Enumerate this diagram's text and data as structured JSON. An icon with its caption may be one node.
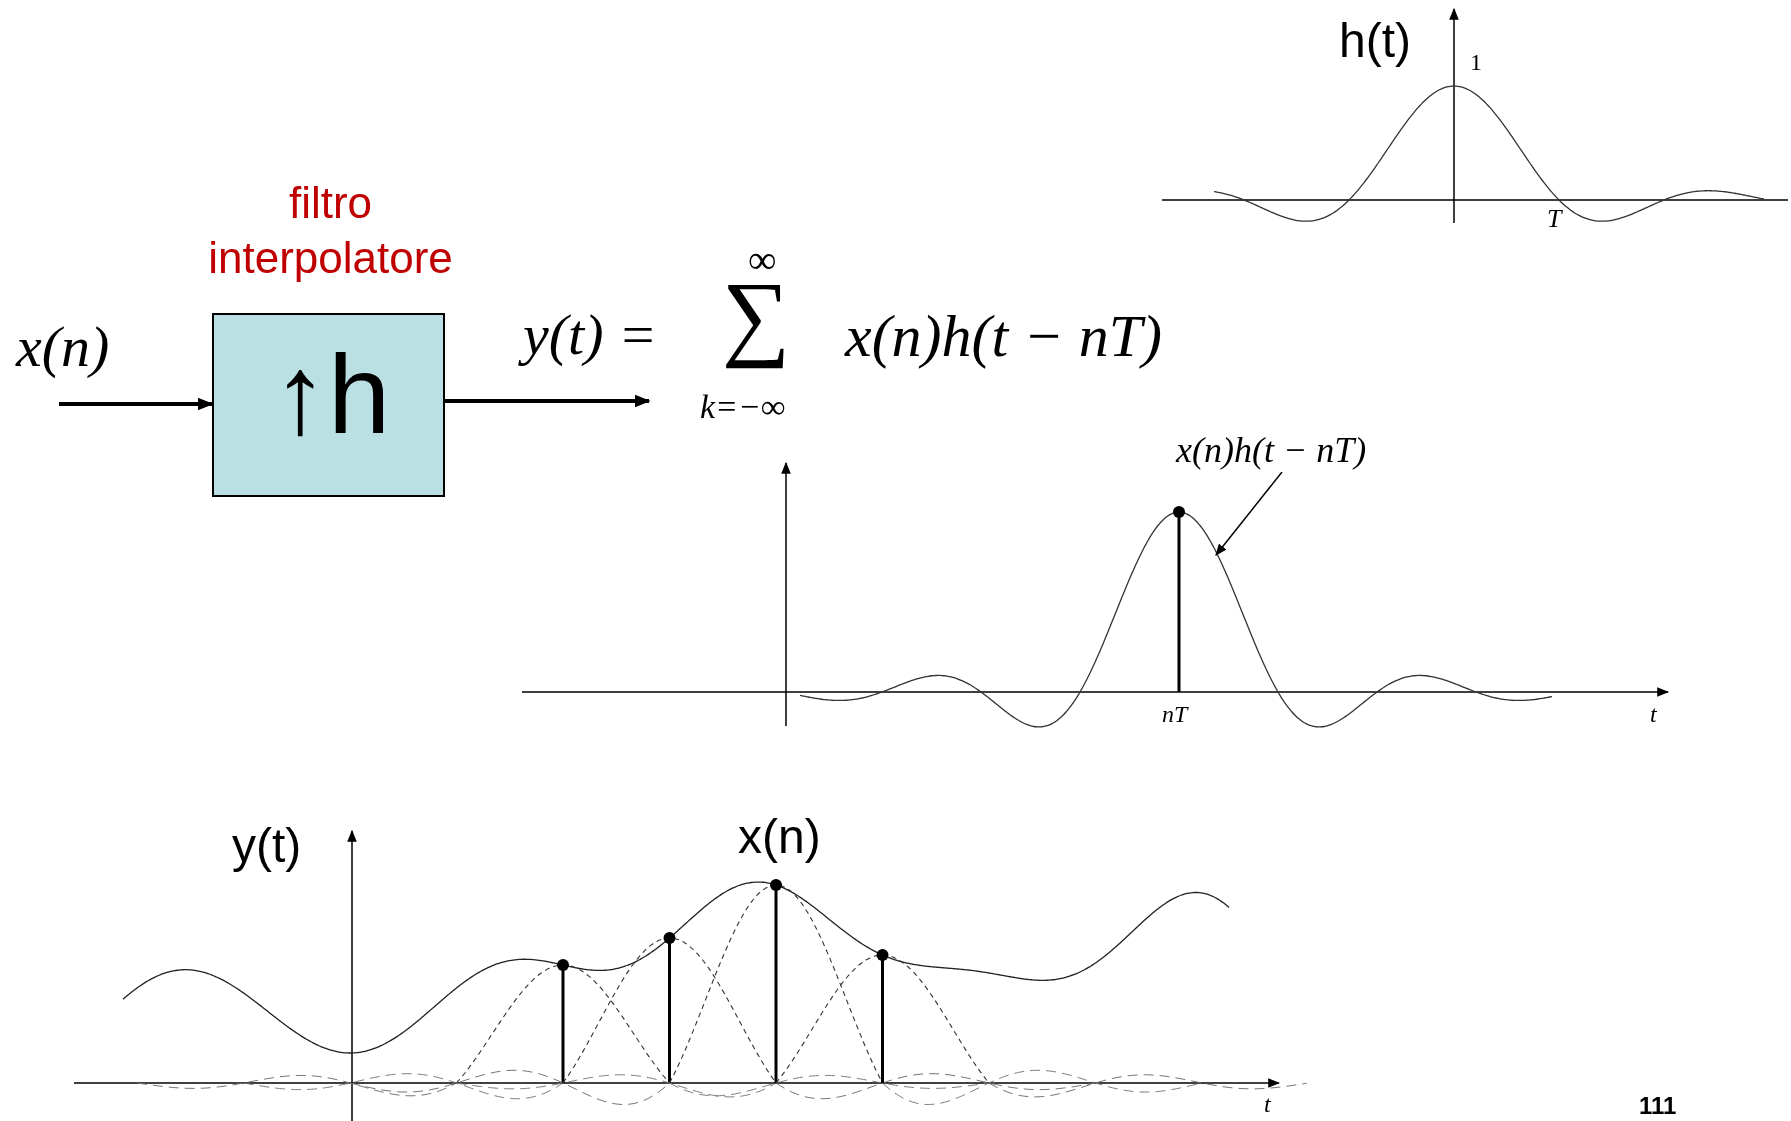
{
  "diagram": {
    "nodes": [
      {
        "text": [
          "filtro interpolatore",
          "↑h"
        ]
      },
      {
        "text": [
          "x(n)h(t − nT)"
        ]
      },
      {
        "text": [],
        "shape": "curve"
      }
    ],
    "edges": [
      {
        "from": null,
        "to": 0,
        "arrow": "to"
      },
      {
        "from": 0,
        "to": null,
        "arrow": "to"
      },
      {
        "from": 1,
        "to": 2,
        "arrow": "to"
      }
    ],
    "labels": [
      "h(t)",
      "1",
      "T",
      "x(n)",
      "y(t) =",
      "∞",
      "∑",
      "k=−∞",
      "x(n)h(t − nT)",
      "nT",
      "t",
      "y(t)",
      "x(n)",
      "t",
      "111"
    ]
  }
}
